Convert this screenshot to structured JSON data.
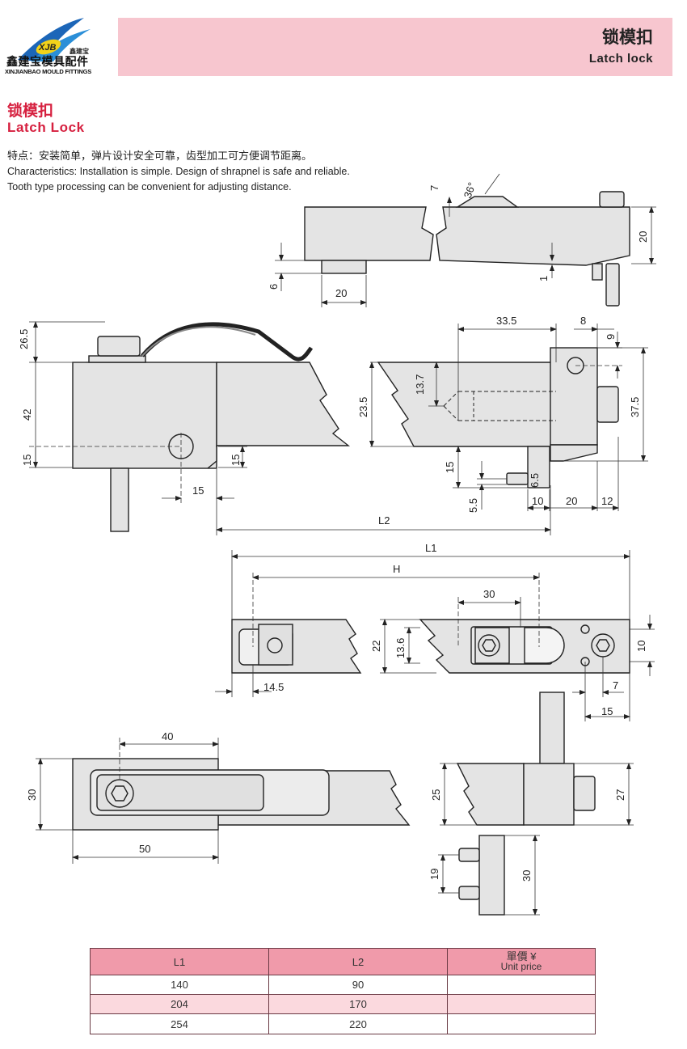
{
  "logo": {
    "badge": "XJB",
    "badge_cn": "鑫建宝",
    "name_cn": "鑫建宝模具配件",
    "name_en": "XINJIANBAO MOULD FITTINGS"
  },
  "header": {
    "title_cn": "锁模扣",
    "title_en": "Latch lock"
  },
  "product": {
    "title_cn": "锁模扣",
    "title_en": "Latch Lock",
    "features_cn": "特点：安装简单，弹片设计安全可靠，齿型加工可方便调节距离。",
    "features_en_line1": "Characteristics: Installation is simple. Design of shrapnel is safe and reliable.",
    "features_en_line2": "Tooth type processing can be convenient for adjusting distance."
  },
  "dimensions": {
    "d_7": "7",
    "d_36deg": "36°",
    "d_20_top": "20",
    "d_6": "6",
    "d_20_bottom": "20",
    "d_1": "1",
    "d_26_5": "26.5",
    "d_42": "42",
    "d_15_left": "15",
    "d_15_mid": "15",
    "d_15_bottom": "15",
    "d_33_5": "33.5",
    "d_8": "8",
    "d_9": "9",
    "d_13_7": "13.7",
    "d_23_5": "23.5",
    "d_37_5": "37.5",
    "d_15_right": "15",
    "d_6_5": "6.5",
    "d_5_5": "5.5",
    "d_10": "10",
    "d_20_right": "20",
    "d_12": "12",
    "d_L2": "L2",
    "d_L1": "L1",
    "d_H": "H",
    "d_30_top": "30",
    "d_22": "22",
    "d_13_6": "13.6",
    "d_10_side": "10",
    "d_14_5": "14.5",
    "d_7_side": "7",
    "d_15_side": "15",
    "d_40": "40",
    "d_30_left": "30",
    "d_50": "50",
    "d_25": "25",
    "d_27": "27",
    "d_19": "19",
    "d_30_small": "30"
  },
  "price_table": {
    "headers": [
      "L1",
      "L2"
    ],
    "price_header_cn": "單價 ¥",
    "price_header_en": "Unit price",
    "rows": [
      {
        "L1": "140",
        "L2": "90",
        "price": ""
      },
      {
        "L1": "204",
        "L2": "170",
        "price": ""
      },
      {
        "L1": "254",
        "L2": "220",
        "price": ""
      }
    ]
  },
  "colors": {
    "header_band": "#f7c6cf",
    "title_red": "#d6203f",
    "table_header": "#f09aaa",
    "table_alt_row": "#fbd9de",
    "part_fill": "#e4e4e4"
  }
}
